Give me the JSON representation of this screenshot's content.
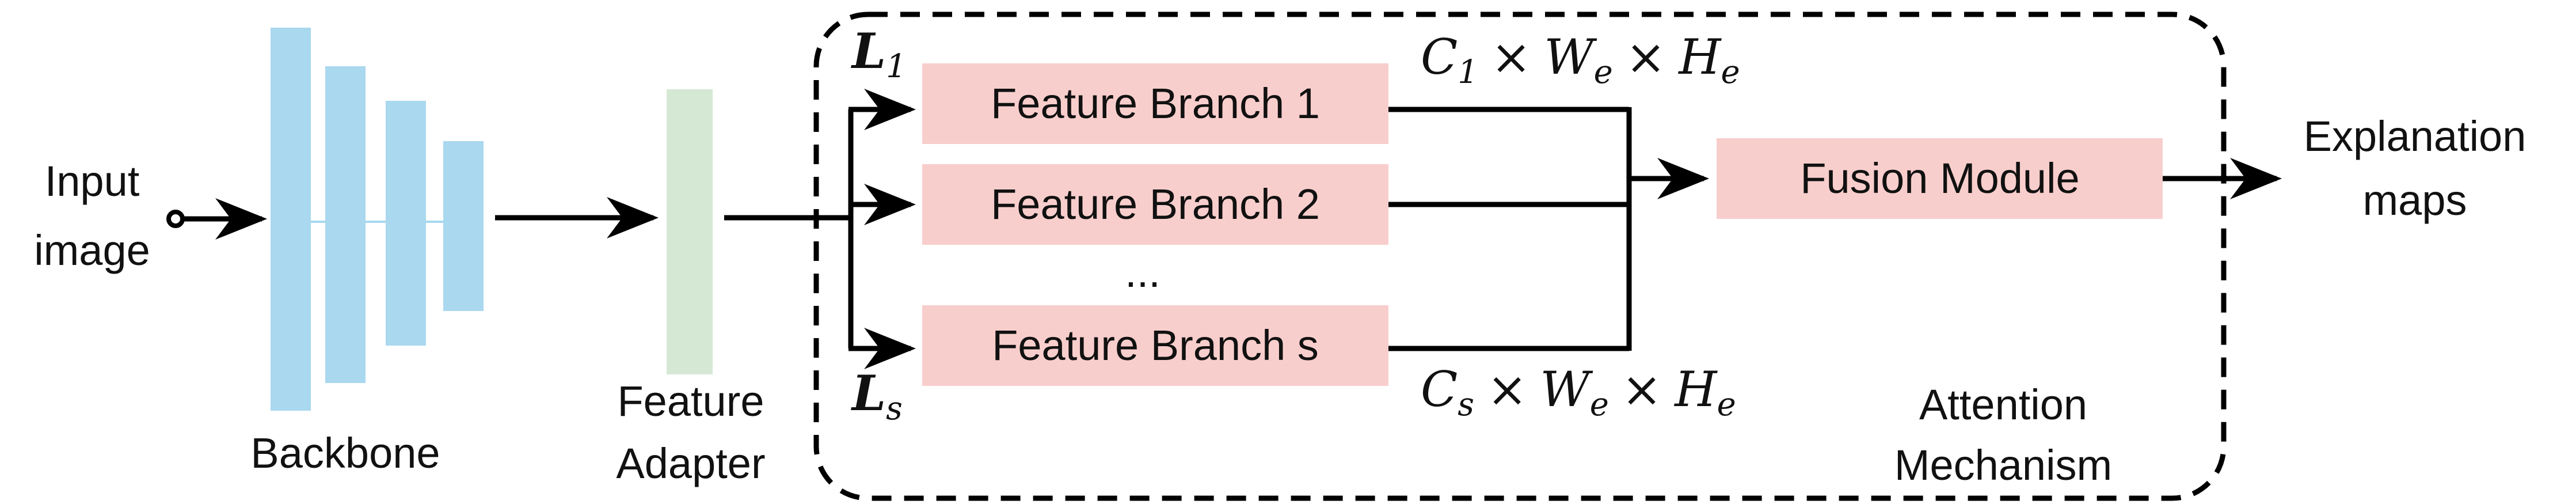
{
  "input": {
    "line1": "Input",
    "line2": "image"
  },
  "backbone": {
    "label": "Backbone",
    "color": "#a9d8ef"
  },
  "adapter": {
    "line1": "Feature",
    "line2": "Adapter",
    "color": "#d5e8d4"
  },
  "attention": {
    "line1": "Attention",
    "line2": "Mechanism"
  },
  "branches": {
    "b1": "Feature Branch 1",
    "b2": "Feature Branch 2",
    "ellipsis": "...",
    "bs": "Feature Branch s",
    "color": "#f8cecc"
  },
  "fusion": {
    "label": "Fusion Module",
    "color": "#f8cecc"
  },
  "output": {
    "line1": "Explanation",
    "line2": "maps"
  },
  "math": {
    "L": "L",
    "L_sub_1": "1",
    "L_sub_s": "s",
    "C": "C",
    "C_sub_1": "1",
    "C_sub_s": "s",
    "times": "×",
    "W": "W",
    "H": "H",
    "sub_e": "e"
  }
}
